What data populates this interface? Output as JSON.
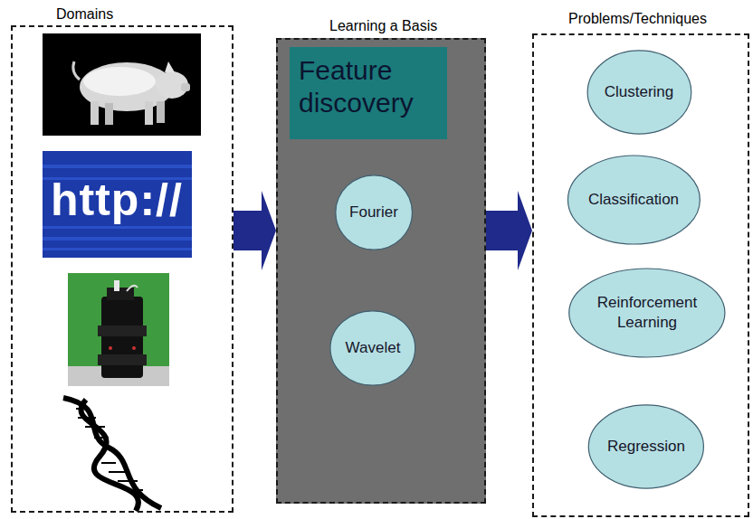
{
  "diagram": {
    "nodes": [
      {
        "text": [
          "Domains"
        ]
      },
      {
        "text": [
          "Learning a Basis"
        ]
      },
      {
        "text": [
          "Feature discovery"
        ],
        "in": 1
      },
      {
        "text": [
          "Fourier"
        ],
        "in": 1
      },
      {
        "text": [
          "Wavelet"
        ],
        "in": 1
      },
      {
        "text": [
          "Problems/Techniques"
        ]
      },
      {
        "text": [
          "Clustering"
        ],
        "in": 5
      },
      {
        "text": [
          "Classification"
        ],
        "in": 5
      },
      {
        "text": [
          "Reinforcement Learning"
        ],
        "in": 5
      },
      {
        "text": [
          "Regression"
        ],
        "in": 5
      }
    ],
    "edges": [
      {
        "from": 0,
        "to": 1,
        "arrow": "to"
      },
      {
        "from": 1,
        "to": 5,
        "arrow": "to"
      }
    ],
    "labels": [
      "http://"
    ]
  }
}
